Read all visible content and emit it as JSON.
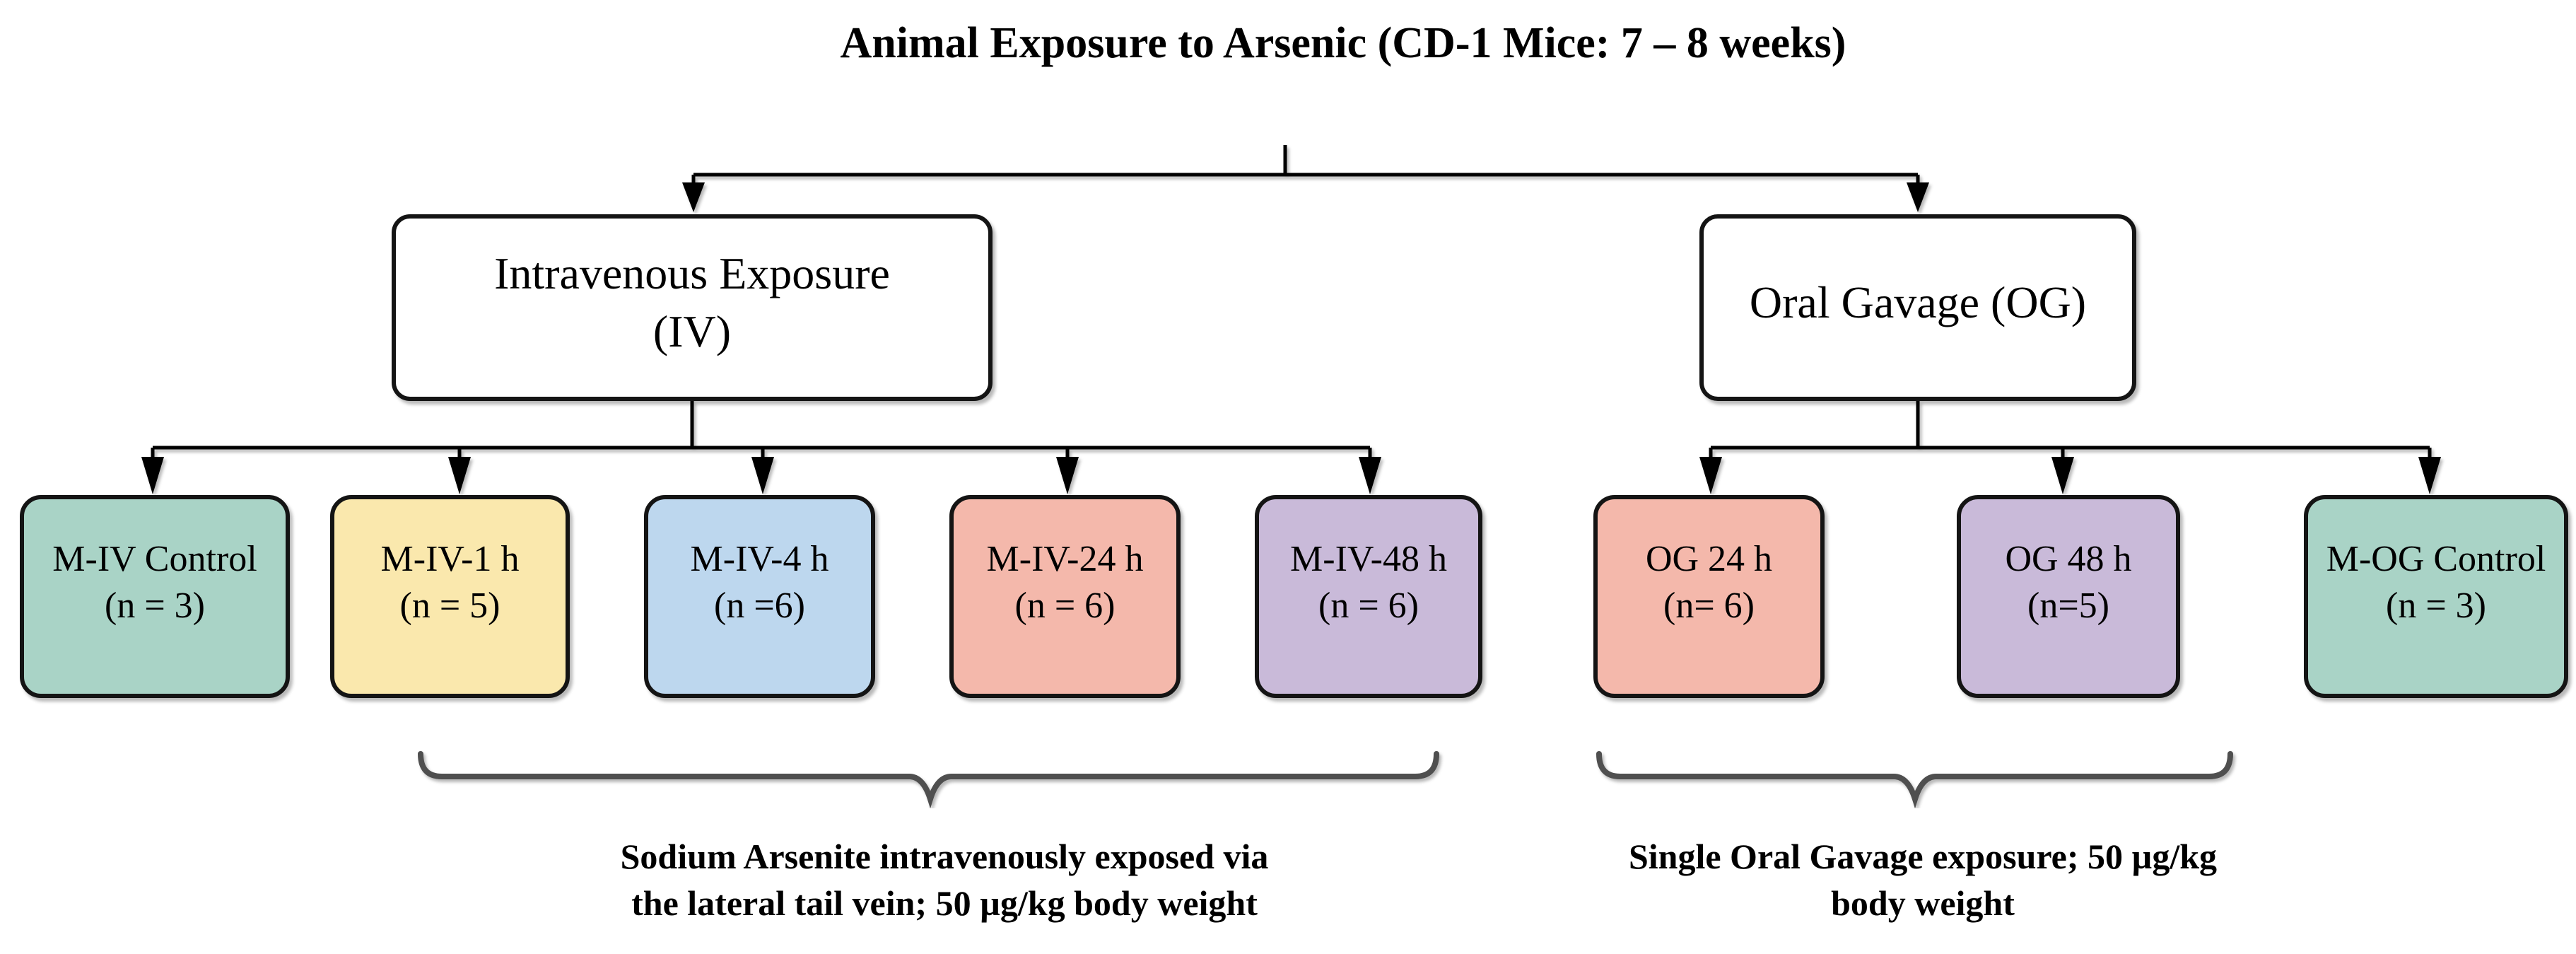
{
  "title": "Animal Exposure to Arsenic (CD-1 Mice: 7 – 8 weeks)",
  "branches": {
    "iv": {
      "line1": "Intravenous Exposure",
      "line2": "(IV)"
    },
    "og": {
      "label": "Oral Gavage (OG)"
    }
  },
  "groups": [
    {
      "name": "M-IV Control",
      "n": "(n = 3)",
      "color": "#a9d3c6"
    },
    {
      "name": "M-IV-1 h",
      "n": "(n = 5)",
      "color": "#fae8ad"
    },
    {
      "name": "M-IV-4 h",
      "n": "(n =6)",
      "color": "#bdd7ee"
    },
    {
      "name": "M-IV-24 h",
      "n": "(n = 6)",
      "color": "#f4b8ab"
    },
    {
      "name": "M-IV-48 h",
      "n": "(n = 6)",
      "color": "#c9bad9"
    },
    {
      "name": "OG 24 h",
      "n": "(n= 6)",
      "color": "#f4b8ab"
    },
    {
      "name": "OG 48 h",
      "n": "(n=5)",
      "color": "#c9bad9"
    },
    {
      "name": "M-OG Control",
      "n": "(n = 3)",
      "color": "#a9d3c6"
    }
  ],
  "annotations": {
    "iv": {
      "line1": "Sodium Arsenite intravenously exposed via",
      "line2": "the lateral tail vein; 50 µg/kg body weight"
    },
    "og": {
      "line1": "Single Oral Gavage exposure; 50 µg/kg",
      "line2": "body weight"
    }
  },
  "colors": {
    "line": "#000000",
    "brace": "#4f4f4f",
    "box_border": "#141414",
    "parent_fill": "#ffffff"
  }
}
